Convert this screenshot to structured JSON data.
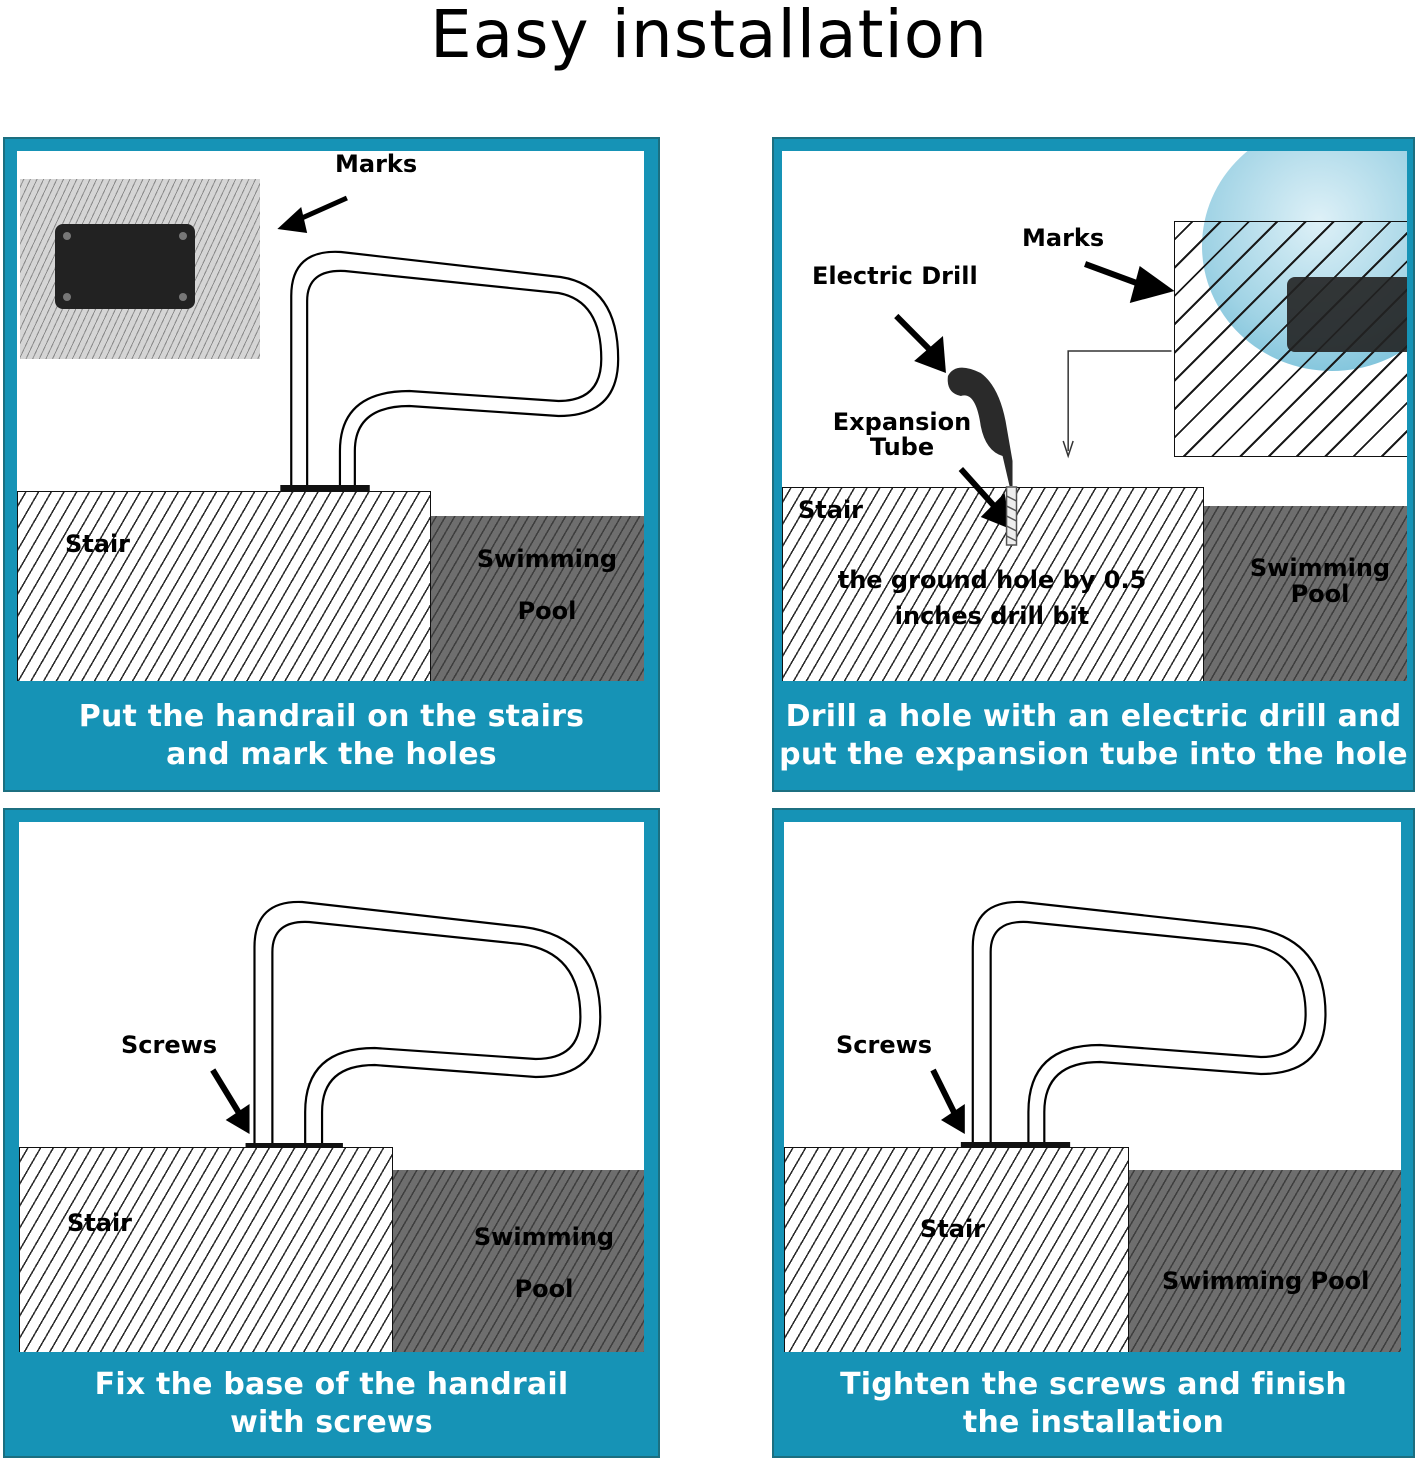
{
  "title": "Easy installation",
  "colors": {
    "panel_blue": "#1693b6",
    "panel_border": "#1c6f80",
    "caption_text": "#ffffff",
    "pool_gray": "#6e6e6e"
  },
  "steps": [
    {
      "step": 1,
      "caption_line1": "Put the handrail on the stairs",
      "caption_line2": "and mark the holes",
      "labels": {
        "marks": "Marks",
        "stair": "Stair",
        "pool_line1": "Swimming",
        "pool_line2": "Pool"
      },
      "icons": [
        "marks-plate-icon",
        "arrow-icon",
        "handrail-icon"
      ]
    },
    {
      "step": 2,
      "caption_line1": "Drill a hole with an electric drill and",
      "caption_line2": "put the expansion tube into the hole",
      "labels": {
        "marks": "Marks",
        "electric_drill": "Electric Drill",
        "expansion_line1": "Expansion",
        "expansion_line2": "Tube",
        "stair": "Stair",
        "hole_line1": "the ground hole by 0.5",
        "hole_line2": "inches drill bit",
        "pool_line1": "Swimming",
        "pool_line2": "Pool"
      },
      "icons": [
        "drill-icon",
        "expansion-tube-icon",
        "arrow-icon",
        "marks-plate-icon"
      ]
    },
    {
      "step": 3,
      "caption_line1": "Fix the base of the handrail",
      "caption_line2": "with screws",
      "labels": {
        "screws": "Screws",
        "stair": "Stair",
        "pool_line1": "Swimming",
        "pool_line2": "Pool"
      },
      "icons": [
        "arrow-icon",
        "handrail-icon"
      ]
    },
    {
      "step": 4,
      "caption_line1": "Tighten the screws and finish",
      "caption_line2": "the installation",
      "labels": {
        "screws": "Screws",
        "stair": "Stair",
        "pool": "Swimming Pool"
      },
      "icons": [
        "arrow-icon",
        "handrail-icon"
      ]
    }
  ]
}
